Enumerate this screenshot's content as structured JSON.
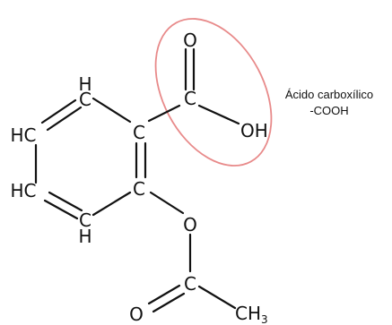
{
  "diagram": {
    "atoms": {
      "o_carbonyl_top": "O",
      "c_carboxyl": "C",
      "oh": "OH",
      "h_ring_top": "H",
      "c_ring_top": "C",
      "c_ring_top_right": "C",
      "hc_left_upper": "HC",
      "hc_left_lower": "HC",
      "c_ring_bottom_right": "C",
      "c_ring_bottom": "C",
      "h_ring_bottom": "H",
      "o_ester": "O",
      "c_acetyl": "C",
      "o_acetyl": "O",
      "ch3_main": "CH",
      "ch3_sub": "3"
    },
    "annotation": {
      "line1": "Ácido carboxílico",
      "line2": "-COOH"
    },
    "colors": {
      "highlight": "#e88a8a",
      "text": "#111111"
    }
  }
}
